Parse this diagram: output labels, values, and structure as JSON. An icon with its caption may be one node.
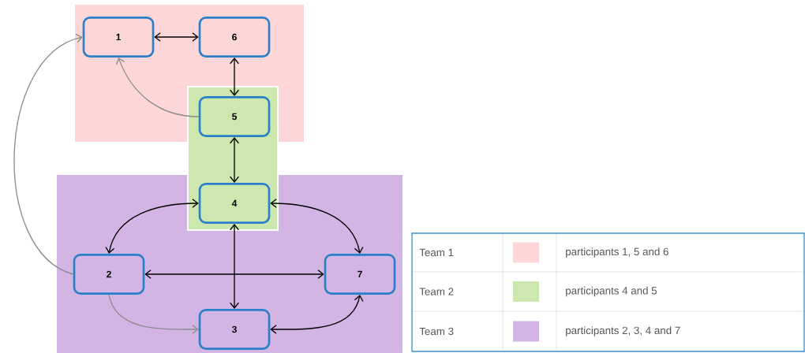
{
  "diagram": {
    "nodes": [
      {
        "text": [
          "1"
        ]
      },
      {
        "text": [
          "6"
        ]
      },
      {
        "text": [
          "5"
        ]
      },
      {
        "text": [
          "4"
        ]
      },
      {
        "text": [
          "2"
        ]
      },
      {
        "text": [
          "7"
        ]
      },
      {
        "text": [
          "3"
        ]
      }
    ],
    "edges": [
      {
        "from": 0,
        "to": 1,
        "arrow": "both"
      },
      {
        "from": 1,
        "to": 2,
        "arrow": "both"
      },
      {
        "from": 2,
        "to": 0,
        "arrow": "to",
        "color": "#8c8c8c"
      },
      {
        "from": 2,
        "to": 3,
        "arrow": "both"
      },
      {
        "from": 3,
        "to": 4,
        "arrow": "both"
      },
      {
        "from": 3,
        "to": 5,
        "arrow": "both"
      },
      {
        "from": 3,
        "to": 6,
        "arrow": "both"
      },
      {
        "from": 4,
        "to": 5,
        "arrow": "both"
      },
      {
        "from": 4,
        "to": 0,
        "arrow": "to",
        "color": "#8c8c8c"
      },
      {
        "from": 4,
        "to": 6,
        "arrow": "to",
        "color": "#8c8c8c"
      },
      {
        "from": 6,
        "to": 5,
        "arrow": "both"
      }
    ],
    "labels": [
      "participants 1, 5 and 6",
      "participants 4 and 5",
      "participants 2, 3, 4 and 7"
    ],
    "legend": [
      {
        "text": "Team 1",
        "color": "#fdd7d8"
      },
      {
        "text": "Team 2",
        "color": "#cce8ae"
      },
      {
        "text": "Team 3",
        "color": "#d3b5e5"
      }
    ]
  }
}
